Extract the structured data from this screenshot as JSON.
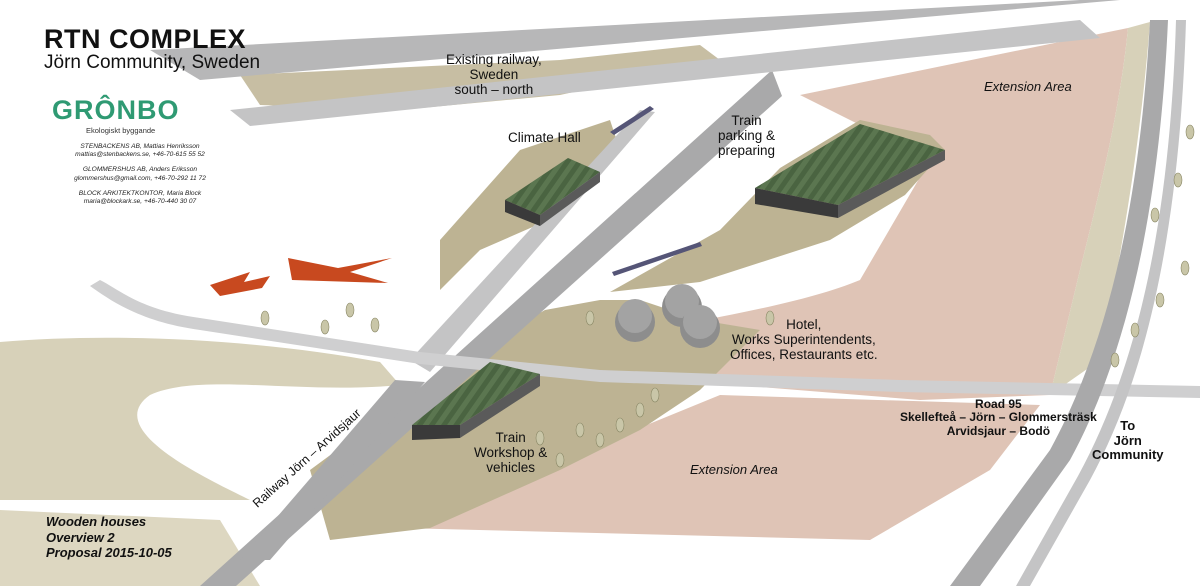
{
  "header": {
    "title": "RTN COMPLEX",
    "subtitle": "Jörn Community, Sweden"
  },
  "logo": {
    "name": "GRÔNBO",
    "tagline": "Ekologiskt byggande"
  },
  "contacts": [
    {
      "line1": "STENBACKENS AB, Mattias Henriksson",
      "line2": "mattias@stenbackens.se,  +46-70-615 55 52"
    },
    {
      "line1": "GLOMMERSHUS AB, Anders Eriksson",
      "line2": "glommershus@gmail.com,  +46-70-292 11 72"
    },
    {
      "line1": "BLOCK ARKITEKTKONTOR, Maria Block",
      "line2": "maria@blockark.se, +46-70-440 30 07"
    }
  ],
  "labels": {
    "existing_railway": "Existing railway,\nSweden\nsouth – north",
    "climate_hall": "Climate Hall",
    "train_parking": "Train\nparking &\npreparing",
    "extension_area_top": "Extension Area",
    "extension_area_bottom": "Extension Area",
    "hotel": "Hotel,\nWorks Superintendents,\nOffices, Restaurants etc.",
    "train_workshop": "Train\nWorkshop &\nvehicles",
    "railway_jorn": "Railway Jörn – Arvidsjaur",
    "road_95": "Road 95\nSkellefteå – Jörn – Glommersträsk\nArvidsjaur – Bodö",
    "to_jorn": "To\nJörn\nCommunity"
  },
  "footer": {
    "line1": "Wooden houses",
    "line2": "Overview 2",
    "line3": "Proposal 2015-10-05"
  },
  "colors": {
    "site_ground": "#bdb393",
    "extension_area": "#dfc4b6",
    "railway": "#a9a9aa",
    "road": "#cfcfd0",
    "hall_roof": "#49633f",
    "marker": "#c8491f",
    "logo_green": "#2f9a73"
  }
}
